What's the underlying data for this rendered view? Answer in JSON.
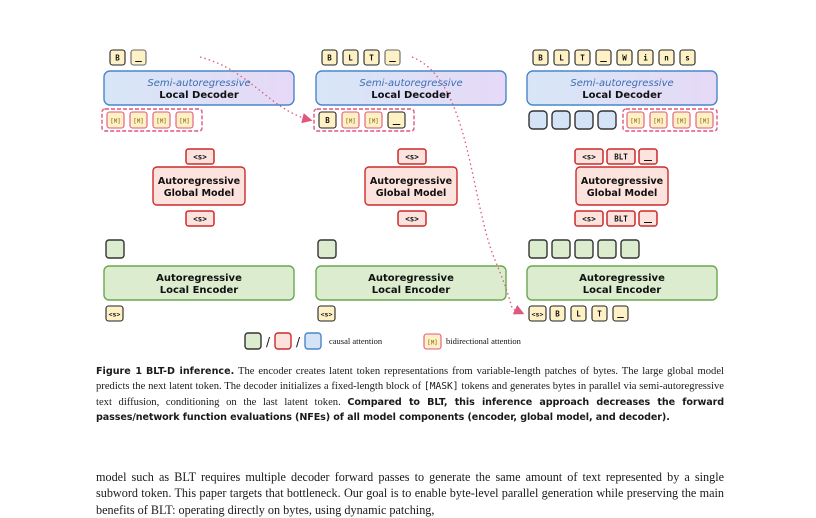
{
  "figure": {
    "columns": [
      {
        "top_tokens": [
          "B",
          "_"
        ],
        "decoder_title": "Semi-autoregressive",
        "decoder_subtitle": "Local Decoder",
        "decoder_inputs": [
          "[M]",
          "[M]",
          "[M]",
          "[M]"
        ],
        "global_top": [
          "<s>"
        ],
        "global_title": "Autoregressive",
        "global_subtitle": "Global Model",
        "global_bottom": [
          "<s>"
        ],
        "encoder_title": "Autoregressive",
        "encoder_subtitle": "Local Encoder",
        "encoder_input": [
          "<s>"
        ]
      },
      {
        "top_tokens": [
          "B",
          "L",
          "T",
          "_"
        ],
        "decoder_title": "Semi-autoregressive",
        "decoder_subtitle": "Local Decoder",
        "decoder_inputs": [
          "B",
          "[M]",
          "[M]",
          "_"
        ],
        "global_top": [
          "<s>"
        ],
        "global_title": "Autoregressive",
        "global_subtitle": "Global Model",
        "global_bottom": [
          "<s>"
        ],
        "encoder_title": "Autoregressive",
        "encoder_subtitle": "Local Encoder",
        "encoder_input": [
          "<s>"
        ]
      },
      {
        "top_tokens": [
          "B",
          "L",
          "T",
          "_",
          "W",
          "i",
          "n",
          "s"
        ],
        "decoder_title": "Semi-autoregressive",
        "decoder_subtitle": "Local Decoder",
        "decoder_inputs": [
          "[M]",
          "[M]",
          "[M]",
          "[M]"
        ],
        "global_top": [
          "<s>",
          "BLT",
          "_"
        ],
        "global_title": "Autoregressive",
        "global_subtitle": "Global Model",
        "global_bottom": [
          "<s>",
          "BLT",
          "_"
        ],
        "encoder_title": "Autoregressive",
        "encoder_subtitle": "Local Encoder",
        "encoder_input": [
          "<s>",
          "B",
          "L",
          "T",
          "_"
        ]
      }
    ],
    "legend": {
      "slash": "/",
      "causal_label": "causal attention",
      "mask_token": "[M]",
      "bidirectional_label": "bidirectional attention"
    },
    "colors": {
      "green_fill": "#dcedcf",
      "green_stroke": "#6aa84f",
      "red_fill": "#fde3dd",
      "red_stroke": "#cc2b2b",
      "blue_fill": "#d5e3f7",
      "blue_stroke": "#4a86c8",
      "purple_fill": "#e8dcf6",
      "token_fill": "#fff1c6",
      "mask_border": "#e0577d",
      "mask_text": "#a88a3a",
      "arrow": "#e0577d"
    }
  },
  "caption": {
    "label": "Figure 1",
    "title": "BLT-D inference.",
    "text_1": "The encoder creates latent token representations from variable-length patches of bytes. The large global model predicts the next latent token. The decoder initializes a fixed-length block of",
    "mask_code": "[MASK]",
    "text_2": "tokens and generates bytes in parallel via semi-autoregressive text diffusion, conditioning on the last latent token.",
    "bold_text": "Compared to BLT, this inference approach decreases the forward passes/network function evaluations (NFEs) of all model components (encoder, global model, and decoder)."
  },
  "body": {
    "paragraph": "model such as BLT requires multiple decoder forward passes to generate the same amount of text represented by a single subword token. This paper targets that bottleneck. Our goal is to enable byte-level parallel generation while preserving the main benefits of BLT: operating directly on bytes, using dynamic patching,"
  }
}
